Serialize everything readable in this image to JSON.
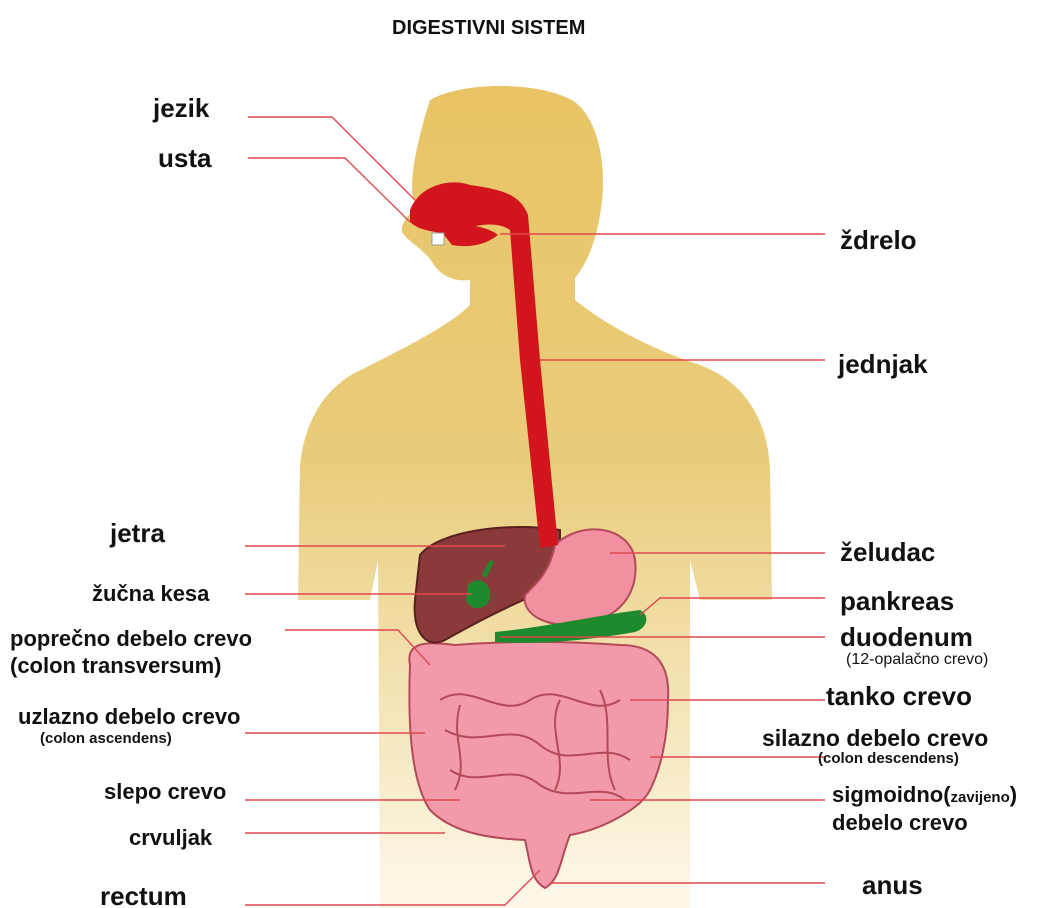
{
  "title": "DIGESTIVNI SISTEM",
  "colors": {
    "body": "#e9c96a",
    "body_light": "#f5e6b4",
    "esophagus": "#d2151c",
    "liver": "#8b3a3a",
    "stomach": "#f28fa0",
    "intestine": "#f39aaa",
    "pancreas": "#1e8a2e",
    "leader_line": "#e0484f"
  },
  "labels": {
    "jezik": "jezik",
    "usta": "usta",
    "zdrelo": "ždrelo",
    "jednjak": "jednjak",
    "jetra": "jetra",
    "zeludac": "želudac",
    "zucna_kesa": "žučna kesa",
    "pankreas": "pankreas",
    "poprecno_1": "poprečno debelo crevo",
    "poprecno_2": "(colon transversum)",
    "duodenum": "duodenum",
    "duodenum_sub": "(12-opalačno crevo)",
    "tanko_crevo": "tanko crevo",
    "uzlazno_1": "uzlazno debelo crevo",
    "uzlazno_2": "(colon ascendens)",
    "silazno_1": "silazno debelo crevo",
    "silazno_2": "(colon descendens)",
    "slepo_crevo": "slepo crevo",
    "sigmoidno_1": "sigmoidno(",
    "sigmoidno_small": "zavijeno",
    "sigmoidno_close": ")",
    "sigmoidno_2": "debelo crevo",
    "crvuljak": "crvuljak",
    "rectum": "rectum",
    "anus": "anus"
  }
}
